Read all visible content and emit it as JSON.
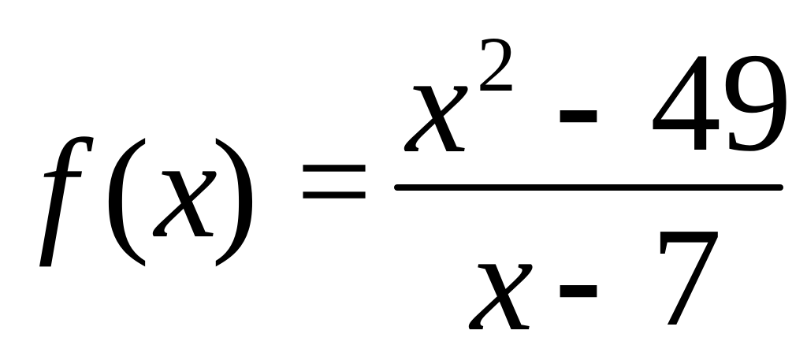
{
  "formula": {
    "lhs": {
      "function_name": "f",
      "open_paren": "(",
      "variable": "x",
      "close_paren": ")"
    },
    "equals": "=",
    "numerator": {
      "variable": "x",
      "exponent": "2",
      "operator": "-",
      "constant": "49"
    },
    "denominator": {
      "variable": "x",
      "operator": "-",
      "constant": "7"
    }
  }
}
